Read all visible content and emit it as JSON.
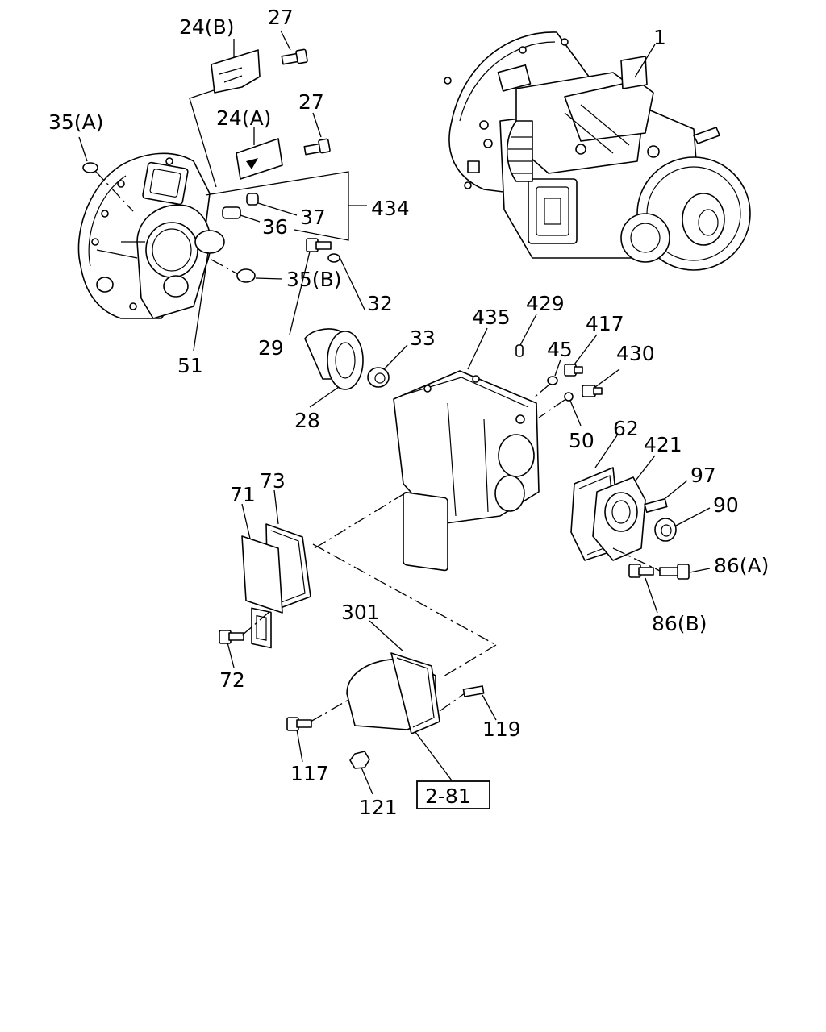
{
  "labels": {
    "p1": "1",
    "p24b": "24(B)",
    "p27a": "27",
    "p24a": "24(A)",
    "p27b": "27",
    "p35a": "35(A)",
    "p434": "434",
    "p37": "37",
    "p36": "36",
    "p35b": "35(B)",
    "p51": "51",
    "p32": "32",
    "p29": "29",
    "p33": "33",
    "p28": "28",
    "p435": "435",
    "p429": "429",
    "p45": "45",
    "p417": "417",
    "p430": "430",
    "p50": "50",
    "p62": "62",
    "p421": "421",
    "p97": "97",
    "p90": "90",
    "p86a": "86(A)",
    "p86b": "86(B)",
    "p71": "71",
    "p73": "73",
    "p72": "72",
    "p301": "301",
    "p119": "119",
    "p117": "117",
    "p121": "121",
    "ref": "2-81"
  }
}
